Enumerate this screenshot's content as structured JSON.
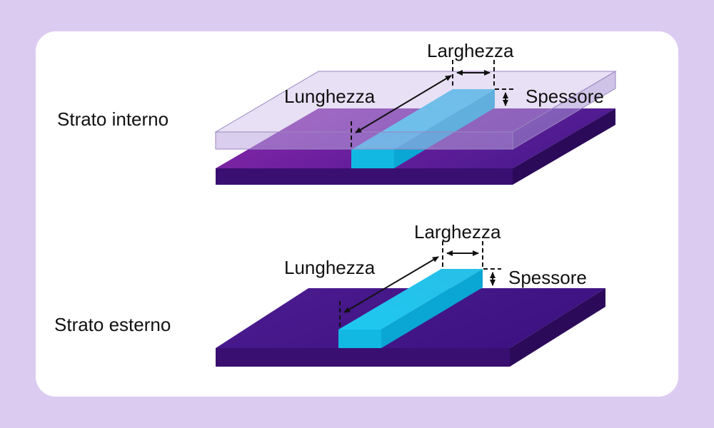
{
  "inner": {
    "title": "Strato interno",
    "width_label": "Larghezza",
    "length_label": "Lunghezza",
    "thickness_label": "Spessore"
  },
  "outer": {
    "title": "Strato esterno",
    "width_label": "Larghezza",
    "length_label": "Lunghezza",
    "thickness_label": "Spessore"
  },
  "colors": {
    "background": "#dccbf1",
    "card": "#ffffff",
    "substrate_top": "#4a1a8c",
    "substrate_front": "#3a0f72",
    "substrate_side": "#2c0a5a",
    "trace_top": "#22c4ec",
    "trace_front": "#12b7e2",
    "trace_side": "#0aa6d4",
    "dielectric": "#c8b4e6"
  }
}
